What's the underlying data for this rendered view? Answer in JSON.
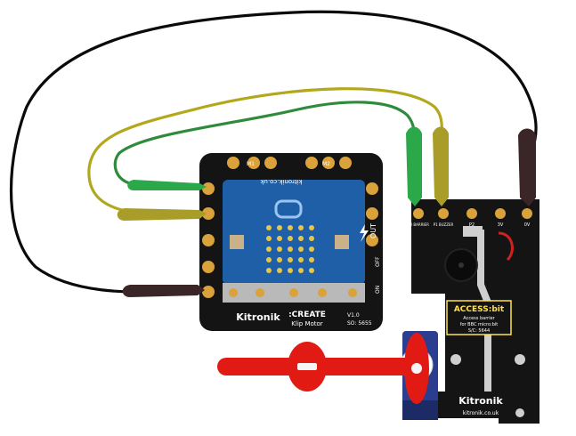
{
  "colors": {
    "background": "#ffffff",
    "board": "#141414",
    "microbit": "#1f5fa8",
    "gold": "#d9a23a",
    "wire_black": "#0a0a0a",
    "wire_green": "#2e8b3c",
    "wire_yellow": "#b3a81c",
    "clip_green": "#2aa84a",
    "clip_yellow": "#a99d2a",
    "clip_black": "#3a2626",
    "servo_arm": "#e11b14",
    "servo_body": "#2a3d8f",
    "label_yellow": "#ffe14a"
  },
  "klip_board": {
    "url_text": "kitronik.co.uk",
    "brand": "Kitronik",
    "create_title": ":CREATE",
    "subtitle": "Klip Motor",
    "version": "V1.0",
    "sku": "SO: 5655",
    "out_label": "OUT",
    "on_label": "ON",
    "off_label": "OFF",
    "m1_label": "M1",
    "m2_label": "M2"
  },
  "access_board": {
    "pads": [
      "P0 BARRIER",
      "P1 BUZZER",
      "P2",
      "3V",
      "0V"
    ],
    "label_title": "ACCESS:bit",
    "label_line1": "Access barrier",
    "label_line2": "for BBC micro:bit",
    "label_sku": "S/C: 5644",
    "brand": "Kitronik",
    "url_text": "kitronik.co.uk"
  },
  "icons": {
    "barrier": "servo-barrier-arm",
    "buzzer": "piezo-buzzer",
    "lightning": "lightning-icon"
  }
}
